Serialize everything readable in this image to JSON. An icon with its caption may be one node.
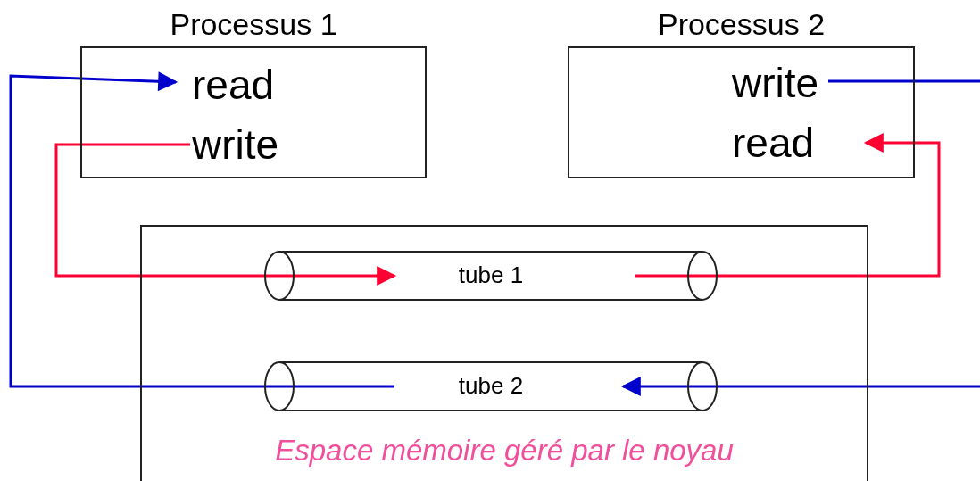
{
  "diagram": {
    "nodes": [
      {
        "text": [
          "Processus 1"
        ]
      },
      {
        "text": [
          "read"
        ],
        "in": 0
      },
      {
        "text": [
          "write"
        ],
        "in": 0
      },
      {
        "text": [
          "Processus 2"
        ]
      },
      {
        "text": [
          "write"
        ],
        "in": 3
      },
      {
        "text": [
          "read"
        ],
        "in": 3
      },
      {
        "text": [
          "Espace mémoire géré par le noyau"
        ]
      },
      {
        "text": [
          "tube 1"
        ],
        "in": 6
      },
      {
        "text": [
          "tube 2"
        ],
        "in": 6
      }
    ],
    "edges": [
      {
        "from": 2,
        "to": 7,
        "arrow": "to",
        "color": "#ff0033"
      },
      {
        "from": 7,
        "to": 5,
        "arrow": "to",
        "color": "#ff0033"
      },
      {
        "from": 4,
        "to": null,
        "arrow": "none",
        "color": "#0000cc"
      },
      {
        "from": null,
        "to": 8,
        "arrow": "to",
        "color": "#0000cc"
      },
      {
        "from": 8,
        "to": 1,
        "arrow": "to",
        "color": "#0000cc"
      }
    ]
  }
}
